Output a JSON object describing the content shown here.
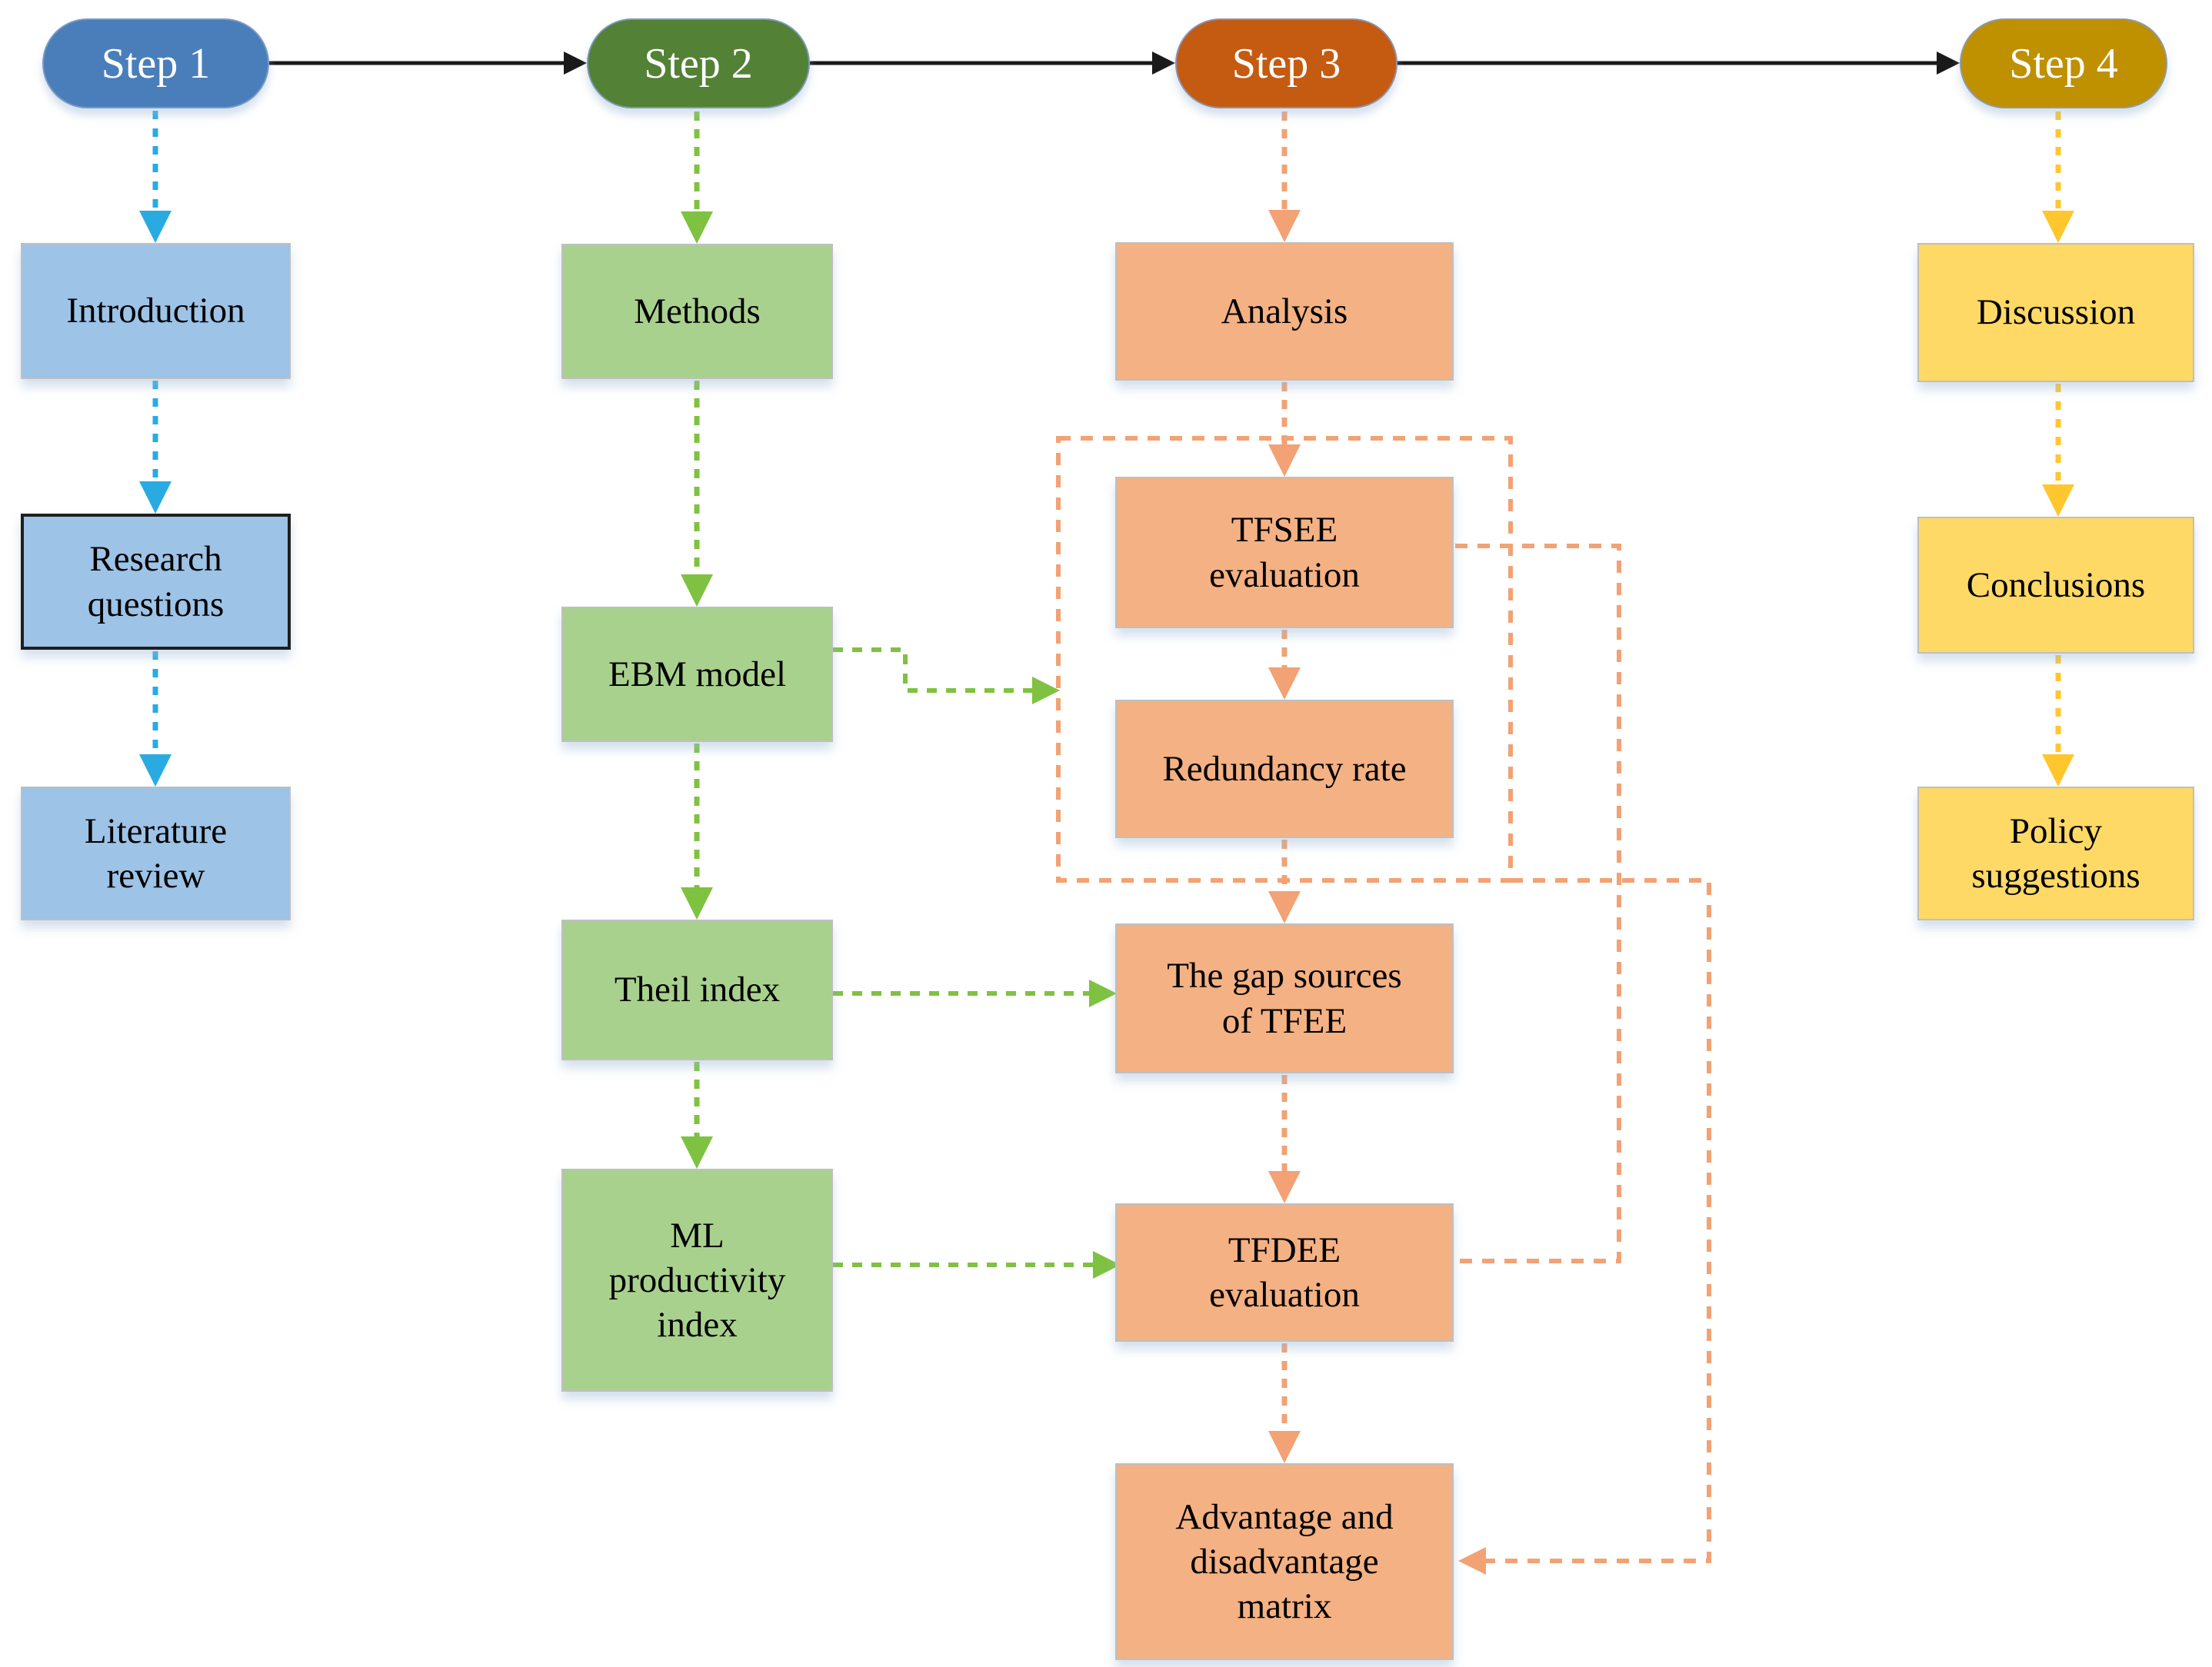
{
  "palette": {
    "pill-blue": "#4a7eba",
    "pill-green": "#538135",
    "pill-orange": "#c55a11",
    "pill-gold": "#bf9000",
    "box-blue": "#9dc3e6",
    "box-green": "#a9d18e",
    "box-orange": "#f4b183",
    "box-yellow": "#ffd966",
    "arrow-blue": "#29abe2",
    "arrow-green": "#7fc241",
    "arrow-orange": "#f2a274",
    "arrow-yellow": "#ffc62e",
    "arrow-black": "#1a1a1a",
    "box-border": "#bfbfbf",
    "emphasis-border": "#1f1f1f",
    "pill-text": "#ffffff",
    "box-text": "#000000"
  },
  "steps": [
    {
      "label": "Step 1"
    },
    {
      "label": "Step 2"
    },
    {
      "label": "Step 3"
    },
    {
      "label": "Step 4"
    }
  ],
  "columns": [
    {
      "step": "Step 1",
      "boxes": [
        {
          "label": "Introduction"
        },
        {
          "label": "Research\nquestions",
          "emphasized": true
        },
        {
          "label": "Literature\nreview"
        }
      ]
    },
    {
      "step": "Step 2",
      "boxes": [
        {
          "label": "Methods"
        },
        {
          "label": "EBM model"
        },
        {
          "label": "Theil index"
        },
        {
          "label": "ML\nproductivity\nindex"
        }
      ]
    },
    {
      "step": "Step 3",
      "boxes": [
        {
          "label": "Analysis"
        },
        {
          "label": "TFSEE\nevaluation"
        },
        {
          "label": "Redundancy rate"
        },
        {
          "label": "The gap sources\nof TFEE"
        },
        {
          "label": "TFDEE\nevaluation"
        },
        {
          "label": "Advantage and\ndisadvantage\nmatrix"
        }
      ]
    },
    {
      "step": "Step 4",
      "boxes": [
        {
          "label": "Discussion"
        },
        {
          "label": "Conclusions"
        },
        {
          "label": "Policy\nsuggestions"
        }
      ]
    }
  ]
}
